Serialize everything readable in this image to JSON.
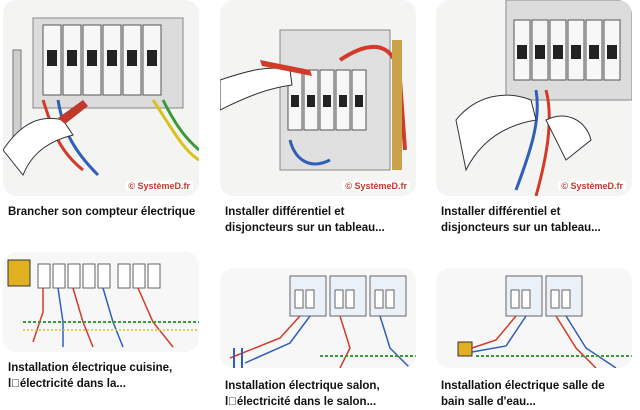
{
  "watermark": "© SystèmeD.fr",
  "cards": [
    {
      "title": "Brancher son compteur électrique"
    },
    {
      "title": "Installer différentiel et disjoncteurs sur un tableau..."
    },
    {
      "title": "Installer différentiel et disjoncteurs sur un tableau..."
    },
    {
      "title": "Installation électrique cuisine, l\u0000électricité dans la..."
    },
    {
      "title": "Installation électrique salon, l\u0000électricité dans le salon..."
    },
    {
      "title": "Installation électrique salle de bain salle d'eau..."
    }
  ],
  "colors": {
    "wire_red": "#d23a2a",
    "wire_blue": "#2f5fb8",
    "wire_yellow": "#d9c21a",
    "wire_green": "#3a9a3a",
    "breaker": "#e8e8e8"
  }
}
